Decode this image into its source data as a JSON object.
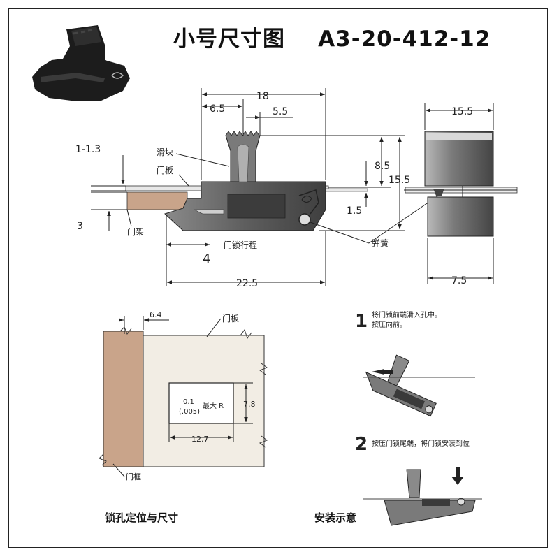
{
  "title": "小号尺寸图    A3-20-412-12",
  "top_view": {
    "dim_overall": "18",
    "dim_left": "6.5",
    "dim_right": "5.5",
    "dim_gap": "1-1.3",
    "dim_frame": "3",
    "dim_height": "8.5",
    "dim_total_height": "15.5",
    "dim_min": "1.5",
    "dim_stroke": "4",
    "dim_length": "22.5",
    "label_slider": "滑块",
    "label_door_panel": "门板",
    "label_door_frame": "门架",
    "label_travel": "门锁行程",
    "label_spring": "弹簧"
  },
  "side_view": {
    "dim_width": "15.5",
    "dim_base": "7.5"
  },
  "hole_view": {
    "dim_offset": "6.4",
    "label_panel": "门板",
    "radius_value": "0.1",
    "radius_inch": "(.005)",
    "radius_label": "最大 R",
    "dim_height": "7.8",
    "dim_width": "12.7",
    "label_frame": "门框",
    "caption": "锁孔定位与尺寸"
  },
  "install": {
    "step1_num": "1",
    "step1_line1": "将门锁前端滑入孔中。",
    "step1_line2": "按压向前。",
    "step2_num": "2",
    "step2_text": "按压门锁尾端，将门锁安装到位",
    "caption": "安装示意"
  },
  "colors": {
    "body": "#6b6b6b",
    "body_dark": "#4a4a4a",
    "frame_wood": "#c9a48a",
    "panel_fill": "#f2ede4",
    "photo": "#1c1c1c"
  }
}
